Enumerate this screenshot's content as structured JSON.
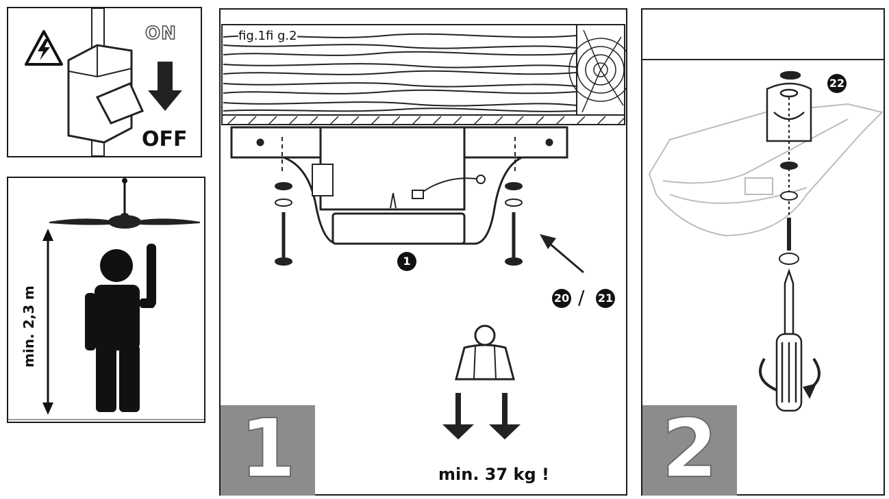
{
  "switch_panel": {
    "on_label": "ON",
    "off_label": "OFF",
    "warning_icon": "high-voltage-warning-icon"
  },
  "height_panel": {
    "height_label": "min. 2,3 m"
  },
  "step1": {
    "caption": "fig.1fi g.2",
    "step_number": "1",
    "part_mount": "1",
    "part_a": "20",
    "separator": "/",
    "part_b": "21",
    "weight_label": "min. 37 kg !"
  },
  "step2": {
    "step_number": "2",
    "part_bracket": "22"
  }
}
